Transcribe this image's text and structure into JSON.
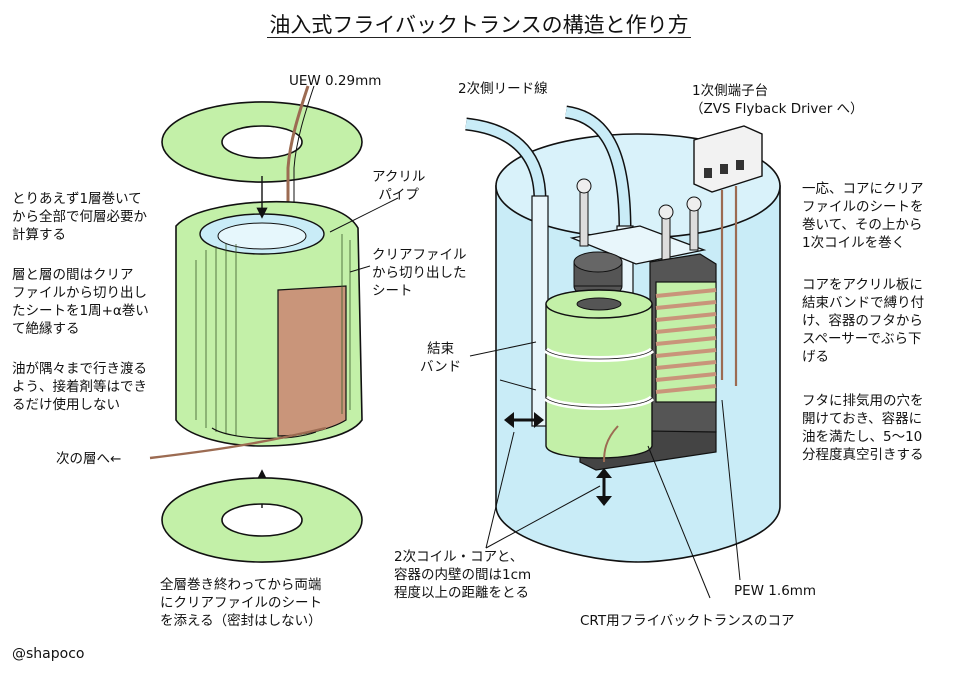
{
  "title": "油入式フライバックトランスの構造と作り方",
  "credit": "@shapoco",
  "left": {
    "wire": "UEW 0.29mm",
    "acrylic_pipe": [
      "アクリル",
      "パイプ"
    ],
    "clear_sheet": [
      "クリアファイル",
      "から切り出した",
      "シート"
    ],
    "note1": [
      "とりあえず1層巻いて",
      "から全部で何層必要か",
      "計算する"
    ],
    "note2": [
      "層と層の間はクリア",
      "ファイルから切り出し",
      "たシートを1周+α巻い",
      "て絶縁する"
    ],
    "note3": [
      "油が隅々まで行き渡る",
      "よう、接着剤等はでき",
      "るだけ使用しない"
    ],
    "next_layer": "次の層へ←",
    "end_note": [
      "全層巻き終わってから両端",
      "にクリアファイルのシート",
      "を添える（密封はしない）"
    ]
  },
  "right": {
    "secondary_lead": "2次側リード線",
    "primary_terminal": [
      "1次側端子台",
      "（ZVS Flyback Driver へ）"
    ],
    "band": [
      "結束",
      "バンド"
    ],
    "note1": [
      "一応、コアにクリア",
      "ファイルのシートを",
      "巻いて、その上から",
      "1次コイルを巻く"
    ],
    "note2": [
      "コアをアクリル板に",
      "結束バンドで縛り付",
      "け、容器のフタから",
      "スペーサーでぶら下",
      "げる"
    ],
    "note3": [
      "フタに排気用の穴を",
      "開けておき、容器に",
      "油を満たし、5〜10",
      "分程度真空引きする"
    ],
    "distance": [
      "2次コイル・コアと、",
      "容器の内壁の間は1cm",
      "程度以上の距離をとる"
    ],
    "pew": "PEW 1.6mm",
    "core": "CRT用フライバックトランスのコア"
  },
  "colors": {
    "sheet_green": "#c3f0a8",
    "water_blue": "#c9ecf7",
    "copper": "#c9957a",
    "core_dark": "#4a4a4a"
  }
}
